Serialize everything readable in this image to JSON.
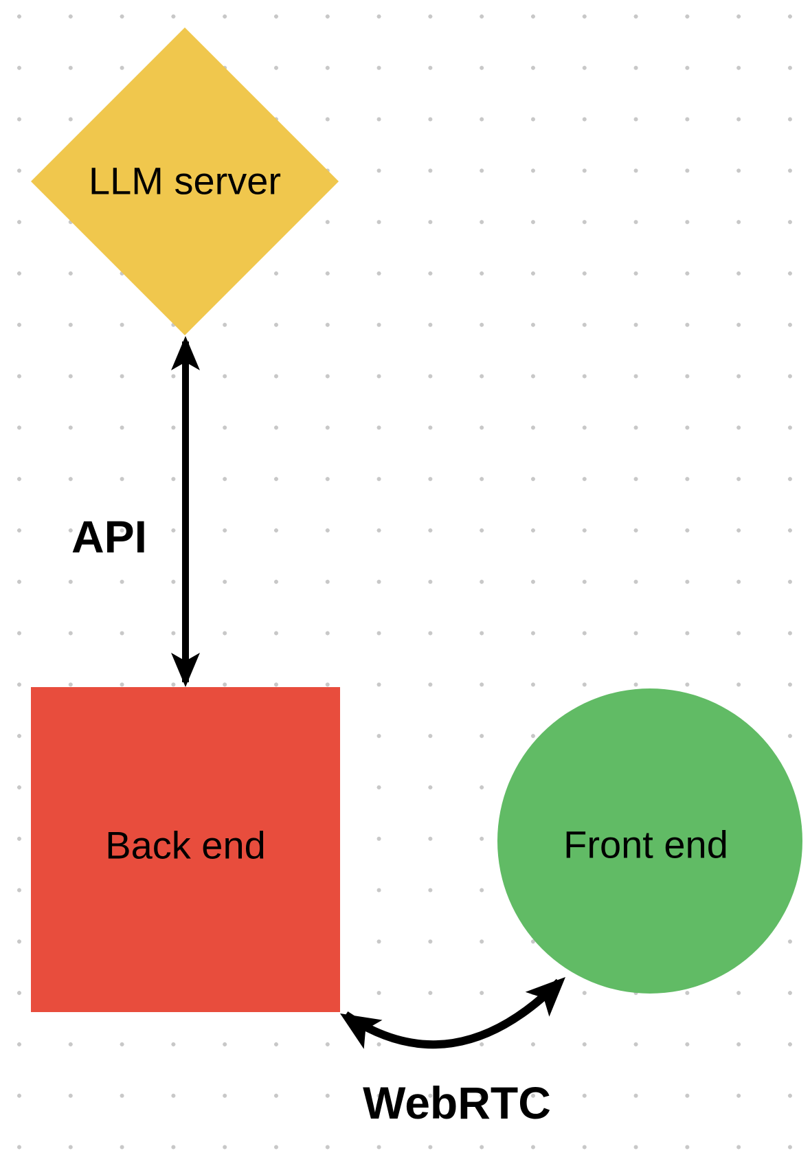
{
  "canvas": {
    "background_color": "#ffffff",
    "dot_color": "#c8c8c8",
    "arrow_color": "#000000",
    "text_color": "#000000"
  },
  "nodes": [
    {
      "label": "LLM server",
      "shape": "diamond",
      "fill": "#f0c74d"
    },
    {
      "label": "Back end",
      "shape": "square",
      "fill": "#e84d3d"
    },
    {
      "label": "Front end",
      "shape": "circle",
      "fill": "#61bb65"
    }
  ],
  "connectors": [
    {
      "label": "API",
      "style": "straight-double-arrow",
      "from": "LLM server",
      "to": "Back end"
    },
    {
      "label": "WebRTC",
      "style": "curved-double-arrow",
      "from": "Back end",
      "to": "Front end"
    }
  ]
}
